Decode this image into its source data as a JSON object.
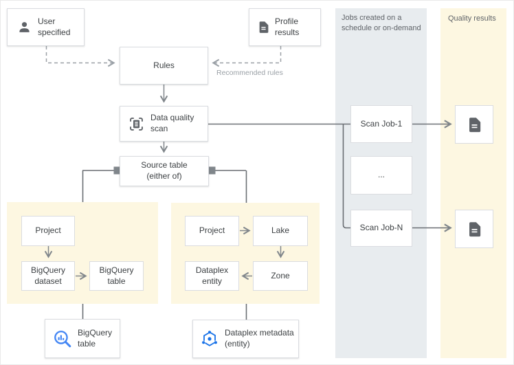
{
  "columns": {
    "jobs": {
      "header": "Jobs created on a schedule or on-demand"
    },
    "results": {
      "header": "Quality results"
    }
  },
  "nodes": {
    "user_specified": "User specified",
    "profile_results": "Profile results",
    "rules": "Rules",
    "data_quality_scan": "Data quality scan",
    "source_table": "Source table (either of)",
    "bq_panel": {
      "project": "Project",
      "dataset": "BigQuery dataset",
      "table": "BigQuery table"
    },
    "dataplex_panel": {
      "project": "Project",
      "lake": "Lake",
      "zone": "Zone",
      "entity": "Dataplex entity"
    },
    "jobs": {
      "job1": "Scan Job-1",
      "ellipsis": "...",
      "jobn": "Scan Job-N"
    },
    "bottom": {
      "bigquery_table": "BigQuery table",
      "dataplex_metadata": "Dataplex metadata (entity)"
    }
  },
  "labels": {
    "recommended_rules": "Recommended rules"
  },
  "icons": {
    "user": "person-icon",
    "profile": "document-icon",
    "scan": "scan-frame-icon",
    "quality_result": "document-icon",
    "bigquery": "bigquery-magnifier-icon",
    "dataplex": "dataplex-hexagon-icon"
  },
  "colors": {
    "panel_yellow": "#FDF7E1",
    "column_gray": "#E8ECEF",
    "box_border": "#DADCE0",
    "line_gray": "#80868B",
    "dashed_gray": "#9AA0A6",
    "text_dark": "#3C4043",
    "text_muted": "#5F6368",
    "bigquery_blue": "#4285F4",
    "dataplex_blue": "#1A73E8"
  }
}
